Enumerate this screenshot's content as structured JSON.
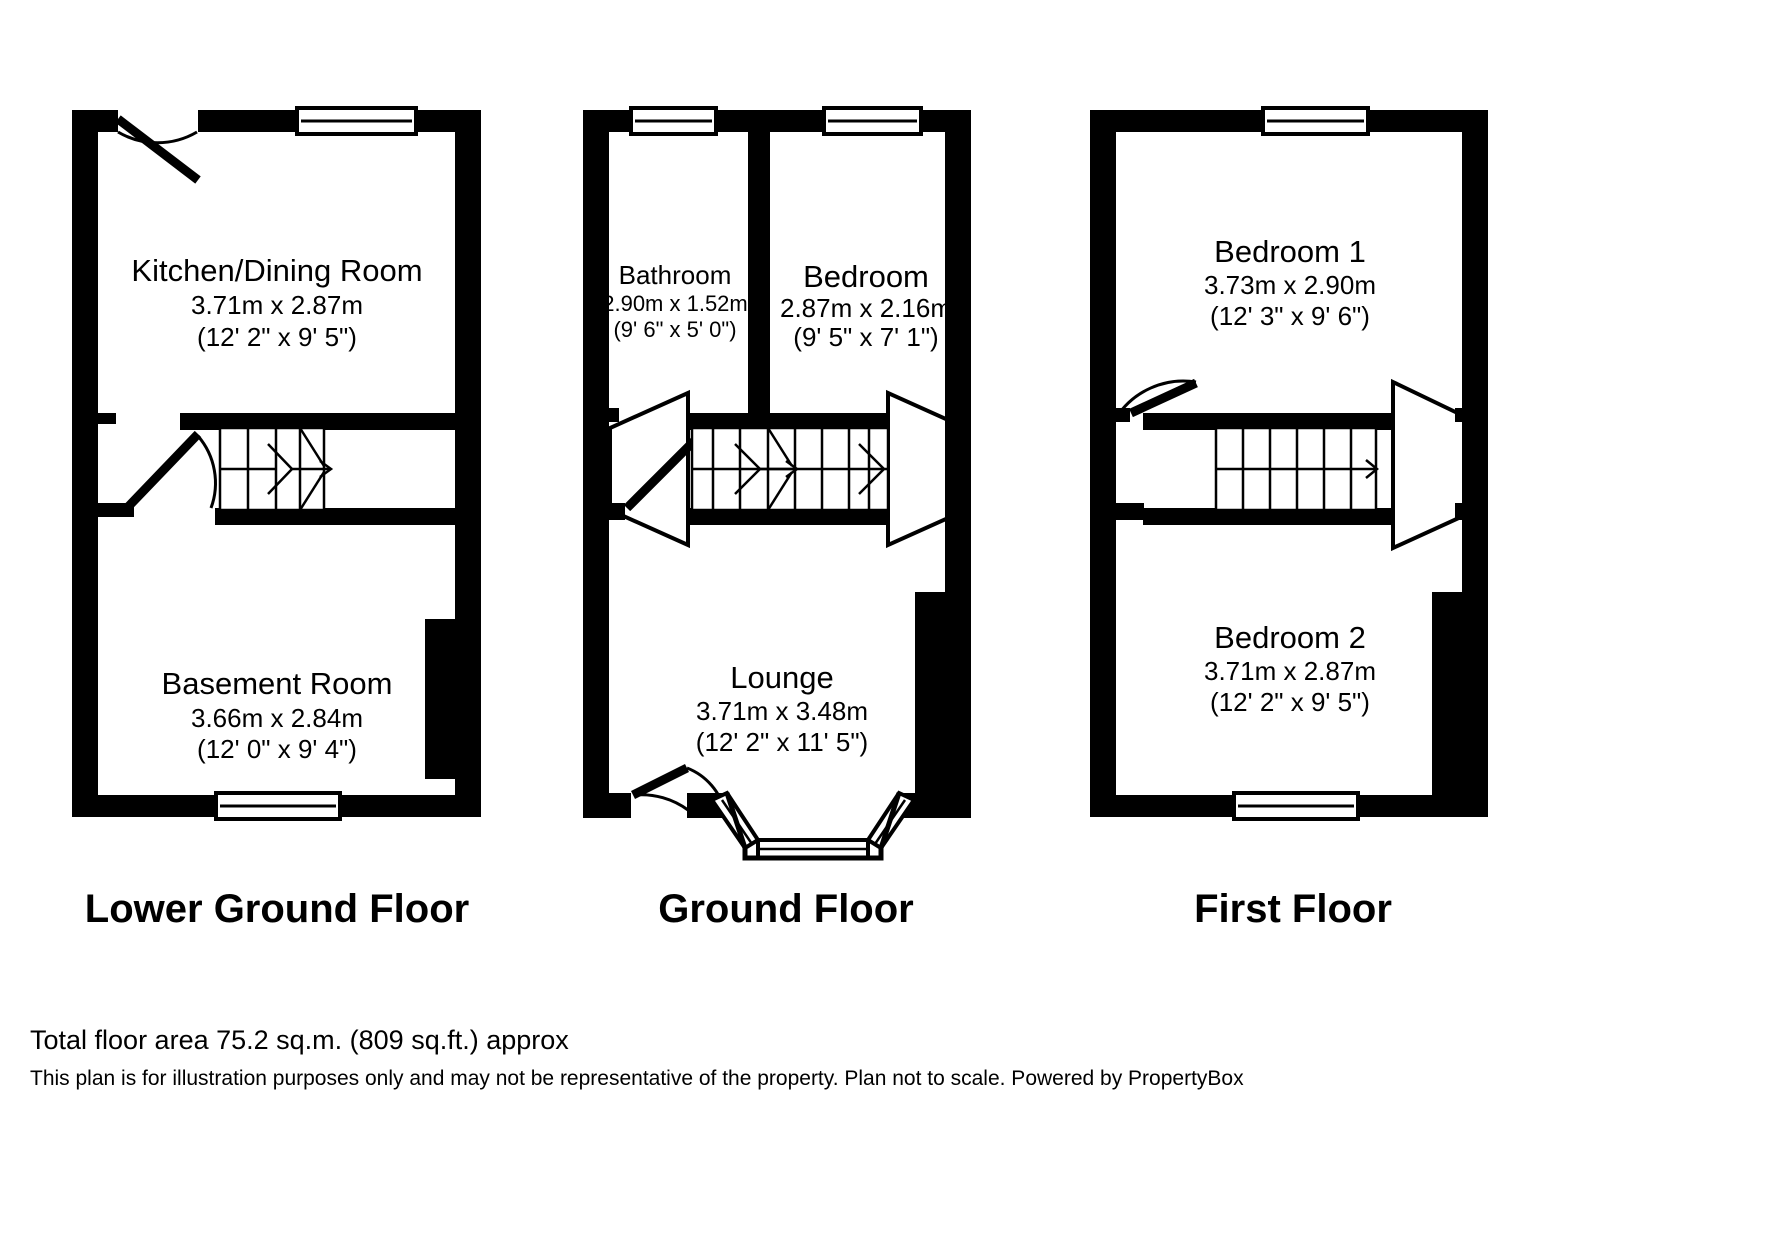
{
  "plan": {
    "type": "floor-plan",
    "background_color": "#ffffff",
    "line_color": "#000000",
    "floors": [
      {
        "id": "lower-ground-floor",
        "title": "Lower Ground Floor",
        "rooms": [
          {
            "id": "kitchen-dining-room",
            "name": "Kitchen/Dining Room",
            "dim_metric": "3.71m x 2.87m",
            "dim_imperial": "(12' 2\" x 9' 5\")"
          },
          {
            "id": "basement-room",
            "name": "Basement Room",
            "dim_metric": "3.66m x 2.84m",
            "dim_imperial": "(12' 0\" x 9' 4\")"
          }
        ],
        "features": [
          "entry-door",
          "window-top",
          "window-bottom",
          "staircase",
          "internal-door"
        ]
      },
      {
        "id": "ground-floor",
        "title": "Ground Floor",
        "rooms": [
          {
            "id": "bathroom",
            "name": "Bathroom",
            "dim_metric": "2.90m x 1.52m",
            "dim_imperial": "(9' 6\" x 5' 0\")"
          },
          {
            "id": "bedroom",
            "name": "Bedroom",
            "dim_metric": "2.87m x 2.16m",
            "dim_imperial": "(9' 5\" x 7' 1\")"
          },
          {
            "id": "lounge",
            "name": "Lounge",
            "dim_metric": "3.71m x 3.48m",
            "dim_imperial": "(12' 2\" x 11' 5\")"
          }
        ],
        "features": [
          "window-bathroom",
          "window-bedroom",
          "staircase",
          "bay-window",
          "front-door"
        ]
      },
      {
        "id": "first-floor",
        "title": "First Floor",
        "rooms": [
          {
            "id": "bedroom-1",
            "name": "Bedroom 1",
            "dim_metric": "3.73m x 2.90m",
            "dim_imperial": "(12' 3\" x 9' 6\")"
          },
          {
            "id": "bedroom-2",
            "name": "Bedroom 2",
            "dim_metric": "3.71m x 2.87m",
            "dim_imperial": "(12' 2\" x 9' 5\")"
          }
        ],
        "features": [
          "window-top",
          "window-bottom",
          "staircase",
          "door-left",
          "door-right"
        ]
      }
    ]
  },
  "footer": {
    "total_area": "Total floor area 75.2 sq.m. (809 sq.ft.) approx",
    "disclaimer": "This plan is for illustration purposes only and may not be representative of the property. Plan not to scale. Powered by PropertyBox"
  }
}
